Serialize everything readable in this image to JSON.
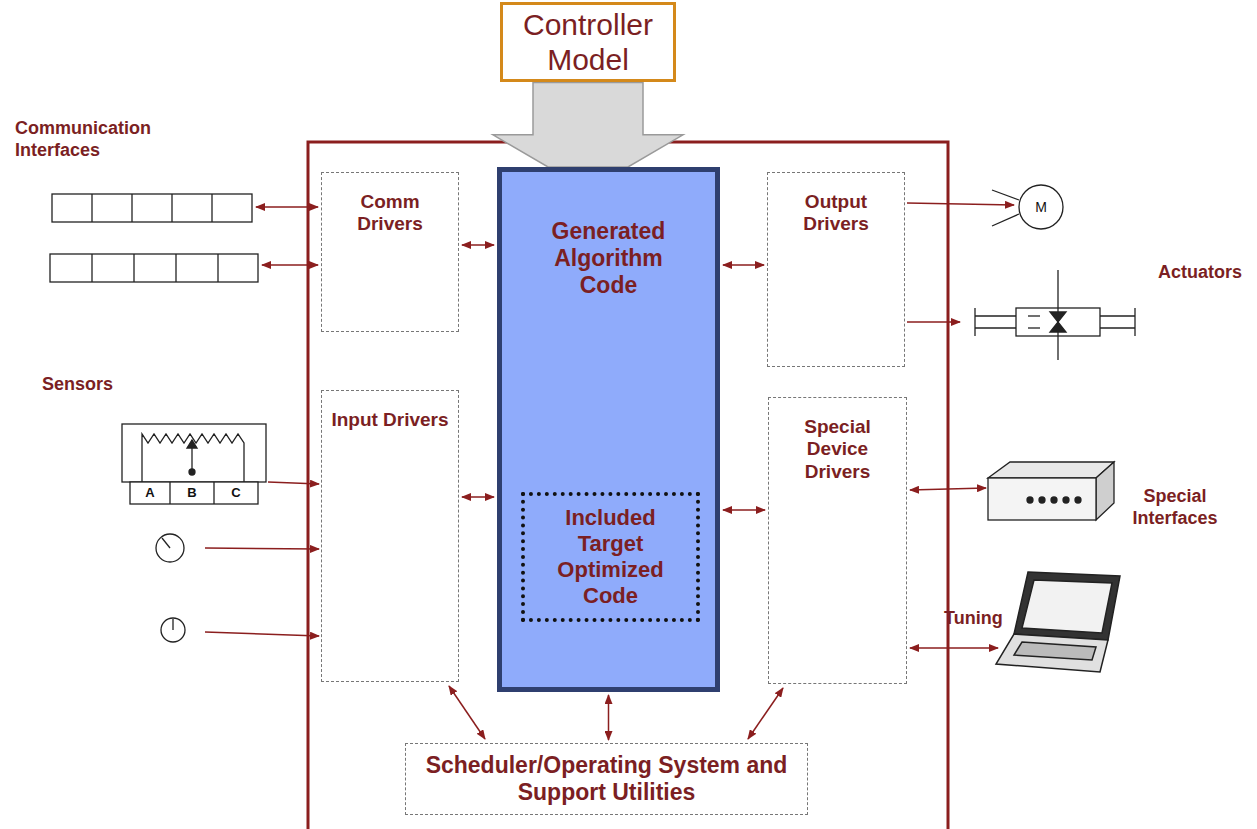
{
  "diagram": {
    "nodes": [
      {
        "text": [
          "Controller Model"
        ]
      },
      {
        "text": [
          "Comm Drivers"
        ]
      },
      {
        "text": [
          "Generated Algorithm Code"
        ]
      },
      {
        "text": [
          "Included Target Optimized Code"
        ],
        "in": 2
      },
      {
        "text": [
          "Output Drivers"
        ]
      },
      {
        "text": [
          "Input Drivers"
        ]
      },
      {
        "text": [
          "Special Device Drivers"
        ]
      },
      {
        "text": [
          "Scheduler/Operating System and Support Utilities"
        ]
      }
    ],
    "edges": [
      {
        "from": 0,
        "to": 2,
        "arrow": "to"
      },
      {
        "from": 1,
        "to": 2,
        "arrow": "both"
      },
      {
        "from": 5,
        "to": 2,
        "arrow": "both"
      },
      {
        "from": 2,
        "to": 4,
        "arrow": "both"
      },
      {
        "from": 2,
        "to": 6,
        "arrow": "both"
      },
      {
        "from": 7,
        "to": 5,
        "arrow": "both"
      },
      {
        "from": 7,
        "to": 2,
        "arrow": "both"
      },
      {
        "from": 7,
        "to": 6,
        "arrow": "both"
      }
    ],
    "labels": [
      "Communication Interfaces",
      "Sensors",
      "Actuators",
      "Special Interfaces",
      "Tuning",
      "M",
      "A",
      "B",
      "C"
    ]
  }
}
